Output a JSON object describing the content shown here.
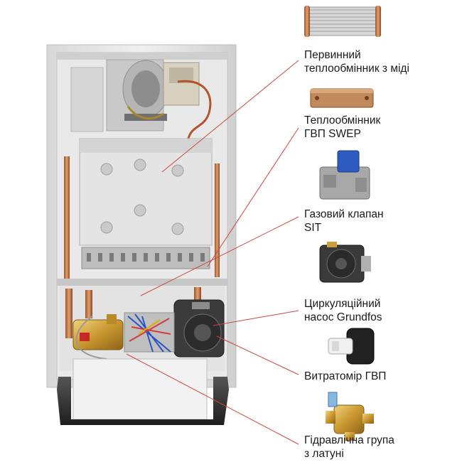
{
  "callouts": [
    {
      "id": "primary-heat-exchanger",
      "lines": [
        "Первинний",
        "теплообмінник з міді"
      ]
    },
    {
      "id": "dhw-heat-exchanger",
      "lines": [
        "Теплообмінник",
        "ГВП SWEP"
      ]
    },
    {
      "id": "gas-valve",
      "lines": [
        "Газовий клапан",
        "SIT"
      ]
    },
    {
      "id": "circulation-pump",
      "lines": [
        "Циркуляційний",
        "насос Grundfos"
      ]
    },
    {
      "id": "dhw-flowmeter",
      "lines": [
        "Витратомір ГВП"
      ]
    },
    {
      "id": "hydraulic-group",
      "lines": [
        "Гідравлічна група",
        "з латуні"
      ]
    }
  ],
  "colors": {
    "leader_line": "#c9483f",
    "casing": "#e6e6e6",
    "panel": "#d0d0d0",
    "copper": "#c87a45",
    "text": "#1a1a1a"
  }
}
